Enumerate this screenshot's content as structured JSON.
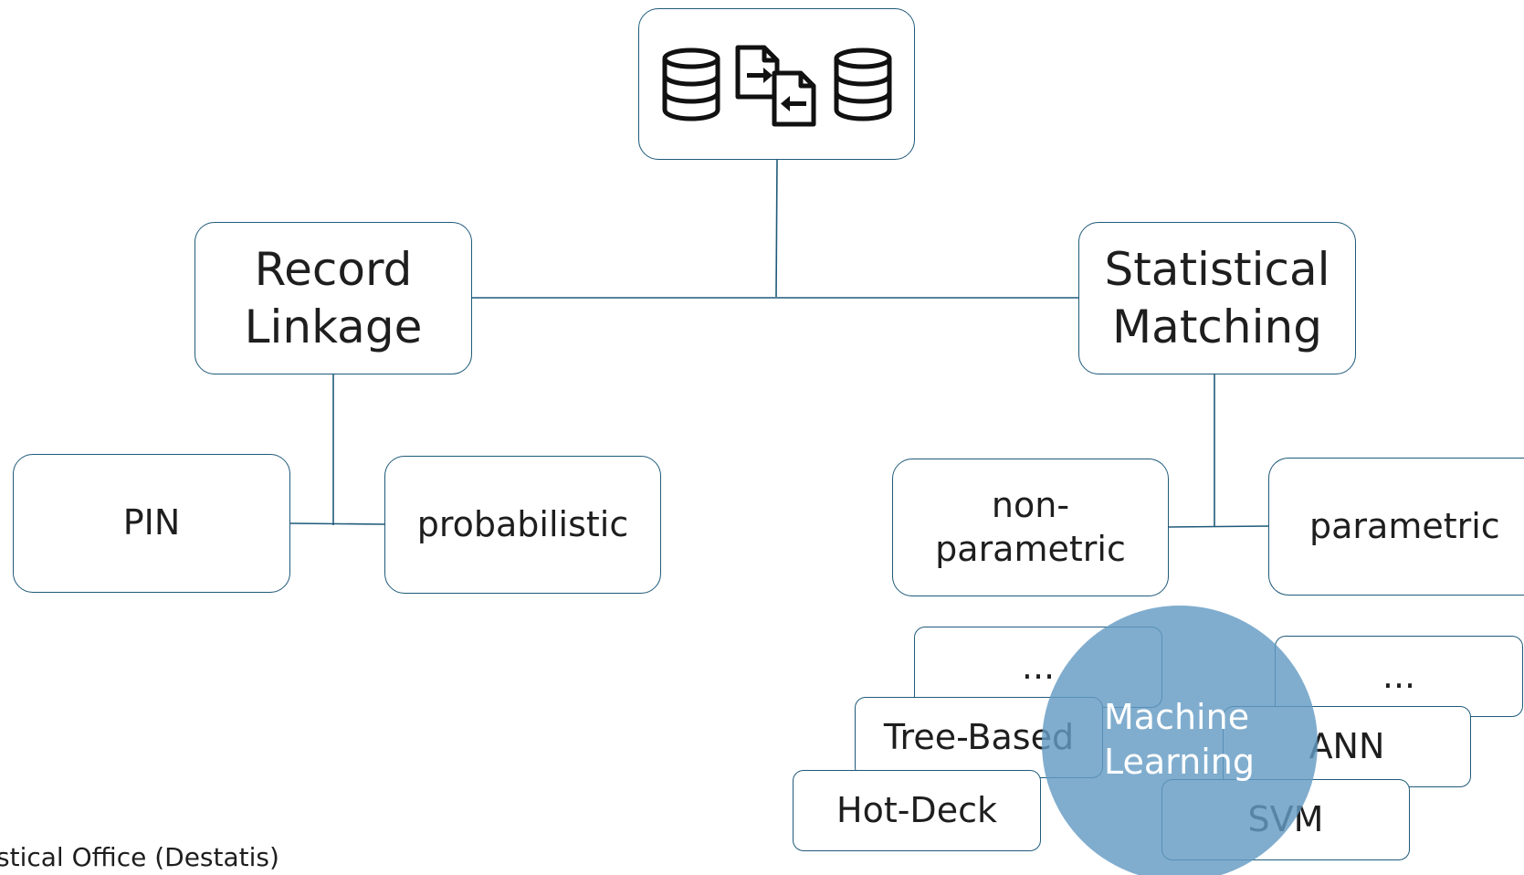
{
  "diagram": {
    "root": {
      "icons": [
        "database-icon",
        "swap-files-icon",
        "database-icon"
      ]
    },
    "record_linkage": {
      "label": "Record\nLinkage",
      "children": [
        "PIN",
        "probabilistic"
      ]
    },
    "statistical_matching": {
      "label": "Statistical\nMatching",
      "children": [
        "non-\nparametric",
        "parametric"
      ]
    },
    "nonparametric_methods": [
      "...",
      "Tree-Based",
      "Hot-Deck"
    ],
    "parametric_methods": [
      "...",
      "ANN",
      "SVM"
    ],
    "machine_learning": "Machine\nLearning",
    "footer_text": "stical Office (Destatis)",
    "colors": {
      "border": "#1f5a7a",
      "circle": "#649bc3",
      "text": "#1e1e1e"
    }
  }
}
